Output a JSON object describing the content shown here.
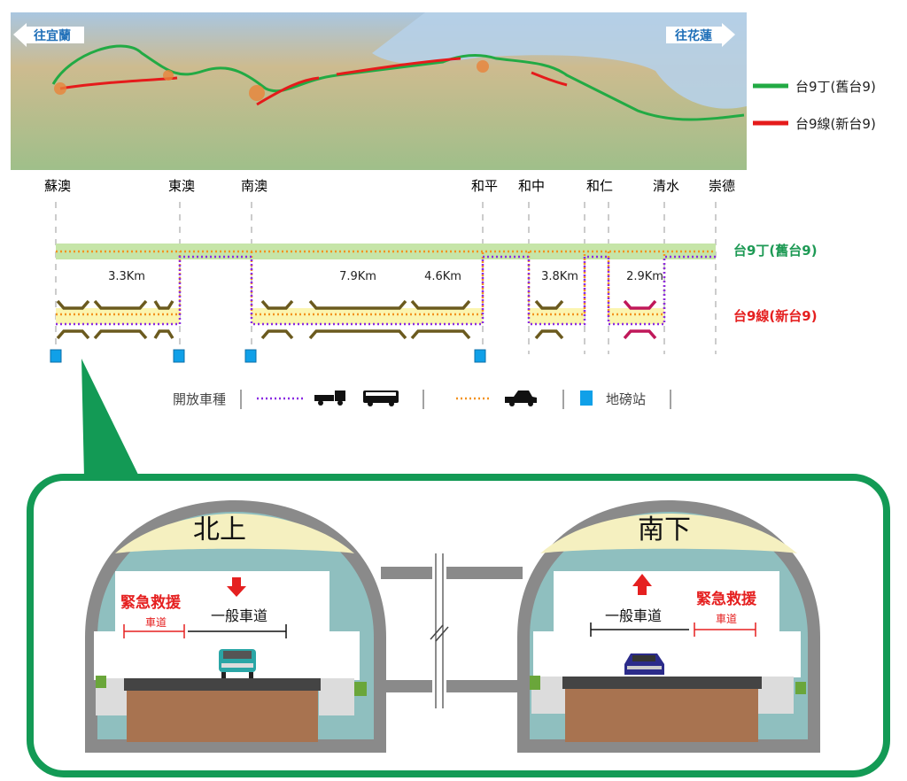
{
  "map": {
    "to_yilan": "往宜蘭",
    "to_hualien": "往花蓮",
    "legend_old": "台9丁(舊台9)",
    "legend_new": "台9線(新台9)",
    "colors": {
      "old_route": "#22aa44",
      "new_route": "#e51b1b"
    }
  },
  "stations": [
    "蘇澳",
    "東澳",
    "南澳",
    "和平",
    "和中",
    "和仁",
    "清水",
    "崇德"
  ],
  "route_labels": {
    "old": "台9丁(舊台9)",
    "new": "台9線(新台9)"
  },
  "distances": [
    "3.3Km",
    "7.9Km",
    "4.6Km",
    "3.8Km",
    "2.9Km"
  ],
  "legend": {
    "vehicle_types": "開放車種",
    "weigh_station": "地磅站",
    "icons": [
      "truck-icon",
      "bus-icon",
      "car-icon"
    ]
  },
  "tunnels": {
    "north": {
      "title": "北上",
      "emergency": "緊急救援",
      "emergency_sub": "車道",
      "general": "一般車道"
    },
    "south": {
      "title": "南下",
      "emergency": "緊急救援",
      "emergency_sub": "車道",
      "general": "一般車道"
    }
  }
}
